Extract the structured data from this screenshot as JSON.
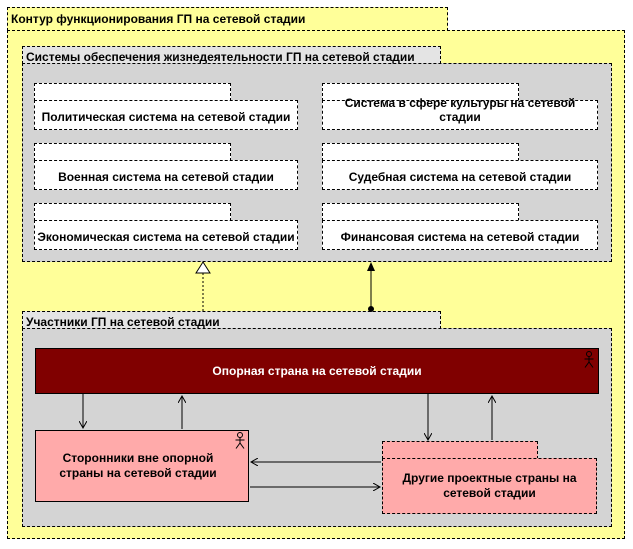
{
  "outer": {
    "label": "Контур функционирования ГП на сетевой стадии"
  },
  "life_support": {
    "label": "Системы обеспечения жизнедеятельности ГП на сетевой стадии",
    "systems": [
      "Политическая система на сетевой стадии",
      "Система в сфере культуры на сетевой стадии",
      "Военная система на сетевой стадии",
      "Судебная система на сетевой стадии",
      "Экономическая система на сетевой стадии",
      "Финансовая система на сетевой стадии"
    ]
  },
  "participants": {
    "label": "Участники ГП на сетевой стадии",
    "core_country": "Опорная страна на сетевой стадии",
    "supporters": "Сторонники вне опорной страны на сетевой стадии",
    "other_countries": "Другие проектные страны на сетевой стадии"
  },
  "colors": {
    "outer_fill": "#ffff99",
    "group_fill": "#d4d4d4",
    "group_tab": "#e4e4e4",
    "core_fill": "#800000",
    "actor_fill": "#ffaaaa"
  }
}
